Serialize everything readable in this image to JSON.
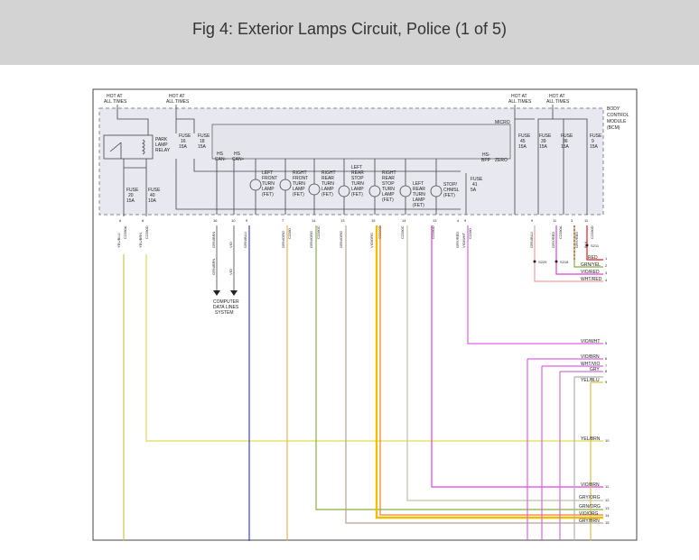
{
  "header": {
    "title": "Fig 4: Exterior Lamps Circuit, Police (1 of 5)"
  },
  "colors": {
    "background_header": "#d3d3d3",
    "wire_blue": "#3344ee",
    "wire_orange": "#f0a030",
    "wire_green": "#7ab030",
    "wire_yellow": "#e0e040",
    "wire_violet": "#e040e0",
    "wire_red": "#e02020",
    "wire_gray": "#a0a0a0"
  },
  "diagram": {
    "module": {
      "name": "BODY CONTROL MODULE (BCM)",
      "hot_left_1": "HOT AT ALL TIMES",
      "hot_left_2": "HOT AT ALL TIMES",
      "hot_right_1": "HOT AT ALL TIMES",
      "hot_right_2": "HOT AT ALL TIMES",
      "micro": "MICRO",
      "park_relay": "PARK LAMP RELAY",
      "hs_can_minus": "HS CAN−",
      "hs_can_plus": "HS CAN+",
      "hs_bpp": "HS-BPP",
      "zero": "ZERO"
    },
    "fuses": [
      {
        "label": "FUSE 16 15A"
      },
      {
        "label": "FUSE 18 15A"
      },
      {
        "label": "FUSE 20 15A"
      },
      {
        "label": "FUSE 40 10A"
      },
      {
        "label": "FUSE 41 5A"
      },
      {
        "label": "FUSE 45 15A"
      },
      {
        "label": "FUSE 39 15A"
      },
      {
        "label": "FUSE 36 15A"
      },
      {
        "label": "FUSE 9 15A"
      }
    ],
    "fets": [
      {
        "label": "LEFT FRONT TURN LAMP (FET)"
      },
      {
        "label": "RIGHT FRONT TURN LAMP (FET)"
      },
      {
        "label": "RIGHT REAR TURN LAMP (FET)"
      },
      {
        "label": "LEFT REAR STOP TURN LAMP (FET)"
      },
      {
        "label": "RIGHT REAR STOP TURN LAMP (FET)"
      },
      {
        "label": "LEFT REAR TURN LAMP (FET)"
      },
      {
        "label": "STOP/CHMSL (FET)"
      }
    ],
    "computer_label": "COMPUTER DATA LINES SYSTEM",
    "wire_labels": [
      {
        "text": "RED"
      },
      {
        "text": "GRN/YEL"
      },
      {
        "text": "VIO/RED"
      },
      {
        "text": "WHT/RED"
      },
      {
        "text": "VIO/WHT"
      },
      {
        "text": "VIO/BRN"
      },
      {
        "text": "WHT/VIO"
      },
      {
        "text": "GRY"
      },
      {
        "text": "YEL/BLU"
      },
      {
        "text": "YEL/BRN"
      },
      {
        "text": "VIO/BRN"
      },
      {
        "text": "GRY/ORG"
      },
      {
        "text": "GRN/ORG"
      },
      {
        "text": "VIO/ORG"
      },
      {
        "text": "GRY/BRN"
      }
    ],
    "connector_nums": [
      "1",
      "2",
      "3",
      "4",
      "5",
      "6",
      "7",
      "8",
      "9",
      "10",
      "11",
      "12",
      "13",
      "14",
      "15"
    ],
    "splices": [
      "S211",
      "S229",
      "S218"
    ]
  }
}
